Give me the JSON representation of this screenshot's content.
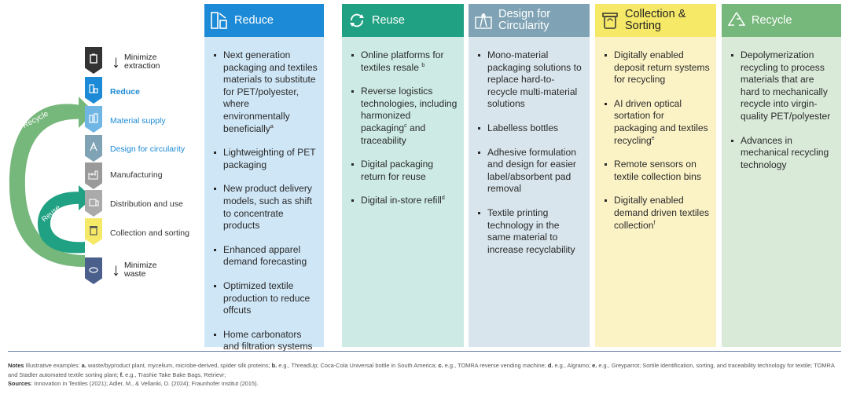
{
  "lifecycle": {
    "loop_labels": {
      "recycle": "Recycle",
      "reuse": "Reuse"
    },
    "minimize_top": "Minimize extraction",
    "minimize_bottom": "Minimize waste",
    "stages": [
      {
        "label": "Reduce",
        "icon": "package-icon",
        "color": "#1c8ad6"
      },
      {
        "label": "Material supply",
        "icon": "bottles-icon",
        "color": "#6fb6e4"
      },
      {
        "label": "Design for circularity",
        "icon": "design-tools-icon",
        "color": "#7fa3b5"
      },
      {
        "label": "Manufacturing",
        "icon": "factory-icon",
        "color": "#9a9a9a"
      },
      {
        "label": "Distribution and use",
        "icon": "delivery-icon",
        "color": "#aaaaaa"
      },
      {
        "label": "Collection and sorting",
        "icon": "bin-icon",
        "color": "#f7e968"
      }
    ],
    "colors": {
      "recycle_loop": "#76b77b",
      "reuse_loop": "#21a183",
      "dark": "#333333",
      "waste": "#4a5f8c"
    }
  },
  "columns": [
    {
      "key": "reduce",
      "title": "Reduce",
      "icon": "package-icon",
      "color": "#1c8ad6",
      "items": [
        {
          "text": "Next generation packaging and textiles materials to substitute for PET/polyester, where environmentally beneficially",
          "note": "a"
        },
        {
          "text": "Lightweighting of PET packaging",
          "note": ""
        },
        {
          "text": "New product delivery models, such as shift to concentrate products",
          "note": ""
        },
        {
          "text": "Enhanced apparel demand forecasting",
          "note": ""
        },
        {
          "text": "Optimized textile production to reduce offcuts",
          "note": ""
        },
        {
          "text": "Home carbonators and filtration systems",
          "note": ""
        }
      ]
    },
    {
      "key": "reuse",
      "title": "Reuse",
      "icon": "circular-arrows-icon",
      "color": "#21a183",
      "items": [
        {
          "text": "Online platforms for textiles resale ",
          "note": "b"
        },
        {
          "text": "Reverse logistics technologies, including harmonized packaging",
          "note": "c",
          "tail": " and traceability"
        },
        {
          "text": "Digital packaging return for reuse",
          "note": ""
        },
        {
          "text": "Digital in-store refill",
          "note": "d"
        }
      ]
    },
    {
      "key": "design",
      "title": "Design for Circularity",
      "icon": "design-tools-icon",
      "color": "#7fa3b5",
      "items": [
        {
          "text": "Mono-material packaging solutions to replace hard-to-recycle multi-material solutions",
          "note": ""
        },
        {
          "text": "Labelless bottles",
          "note": ""
        },
        {
          "text": "Adhesive formulation and design for easier label/absorbent pad removal",
          "note": ""
        },
        {
          "text": "Textile printing technology in the same material to increase recyclability",
          "note": ""
        }
      ]
    },
    {
      "key": "collection",
      "title": "Collection & Sorting",
      "icon": "bin-icon",
      "color": "#f7e968",
      "items": [
        {
          "text": "Digitally enabled deposit return systems for recycling",
          "note": ""
        },
        {
          "text": "AI driven optical sortation for packaging and textiles recycling",
          "note": "e"
        },
        {
          "text": "Remote sensors on textile collection bins",
          "note": ""
        },
        {
          "text": "Digitally enabled demand driven textiles collection",
          "note": "f"
        }
      ]
    },
    {
      "key": "recycle",
      "title": "Recycle",
      "icon": "recycle-icon",
      "color": "#76b77b",
      "items": [
        {
          "text": "Depolymerization recycling to process materials that are hard to mechanically recycle into virgin-quality PET/polyester",
          "note": ""
        },
        {
          "text": "Advances in mechanical recycling technology",
          "note": ""
        }
      ]
    }
  ],
  "footer": {
    "notes_label": "Notes",
    "notes_text": " Illustrative examples: ",
    "notes_items": [
      {
        "k": "a.",
        "v": " waste/byproduct plant, mycelium, microbe-derived, spider silk proteins; "
      },
      {
        "k": "b.",
        "v": " e.g., ThreadUp; Coca-Cola Universal bottle in South America; "
      },
      {
        "k": "c.",
        "v": " e.g., TOMRA reverse vending machine; "
      },
      {
        "k": "d.",
        "v": " e.g., Algramo; "
      },
      {
        "k": "e.",
        "v": " e.g., Greyparrot; Sortile identification, sorting, and traceability technology for textile; TOMRA and Stadler automated textile sorting plant; "
      },
      {
        "k": "f.",
        "v": " e.g., Trashie Take Bake Bags, Retrievr;"
      }
    ],
    "sources_label": "Sources",
    "sources_text": ": Innovation in Textiles (2021); Adler, M., & Vellanki, D. (2024); Fraunhofer institut (2015)."
  }
}
